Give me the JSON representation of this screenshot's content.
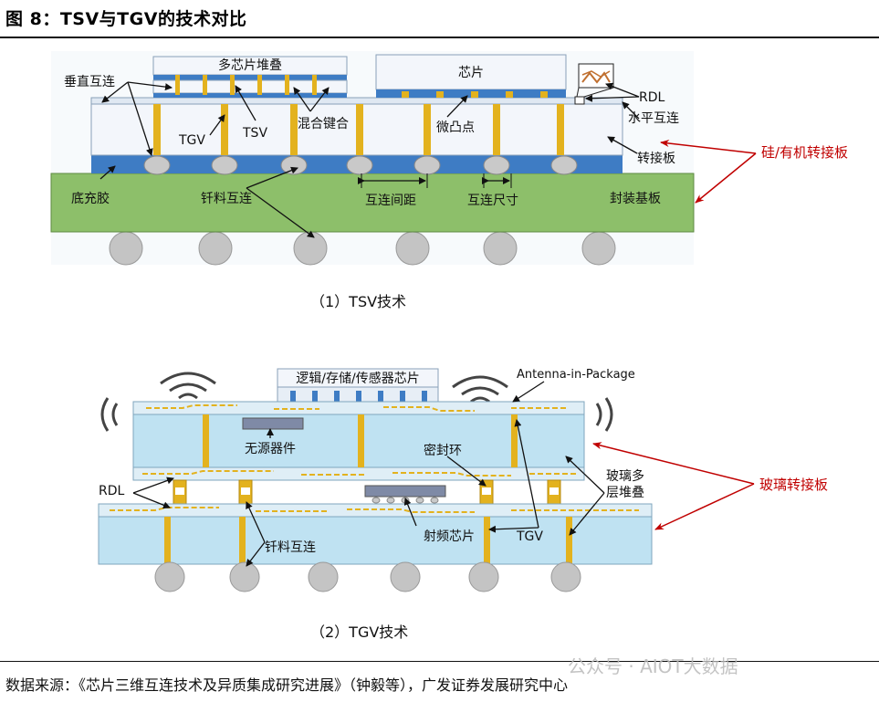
{
  "figure_title": "图 8：TSV与TGV的技术对比",
  "tsv_diagram": {
    "caption": "（1）TSV技术",
    "labels": {
      "multi_chip_stack": "多芯片堆叠",
      "chip": "芯片",
      "rdl": "RDL",
      "vertical_interconnect": "垂直互连",
      "horizontal_interconnect": "水平互连",
      "tgv": "TGV",
      "tsv": "TSV",
      "hybrid_bonding": "混合键合",
      "micro_bump": "微凸点",
      "interposer": "转接板",
      "silicon_organic_interposer": "硅/有机转接板",
      "underfill": "底充胶",
      "solder_interconnect": "钎料互连",
      "interconnect_pitch": "互连间距",
      "interconnect_size": "互连尺寸",
      "package_substrate": "封装基板"
    }
  },
  "tgv_diagram": {
    "caption": "（2）TGV技术",
    "labels": {
      "logic_storage_sensor_chip": "逻辑/存储/传感器芯片",
      "antenna_in_package": "Antenna-in-Package",
      "passive_device": "无源器件",
      "seal_ring": "密封环",
      "rdl": "RDL",
      "glass_multilayer_stack": "玻璃多层堆叠",
      "glass_interposer": "玻璃转接板",
      "solder_interconnect": "钎料互连",
      "rf_chip": "射频芯片",
      "tgv": "TGV"
    }
  },
  "source": "数据来源：《芯片三维互连技术及异质集成研究进展》（钟毅等），广发证券发展研究中心",
  "watermark": "公众号 · AIOT大数据",
  "colors": {
    "substrate_green": "#8dbf6a",
    "interposer_white": "#f3f6fb",
    "blue_layer": "#3e7cc4",
    "via_gold": "#e3b21e",
    "ball_gray": "#c2c2c2",
    "glass_blue": "#bfe2f2",
    "accent_red": "#c00000"
  }
}
